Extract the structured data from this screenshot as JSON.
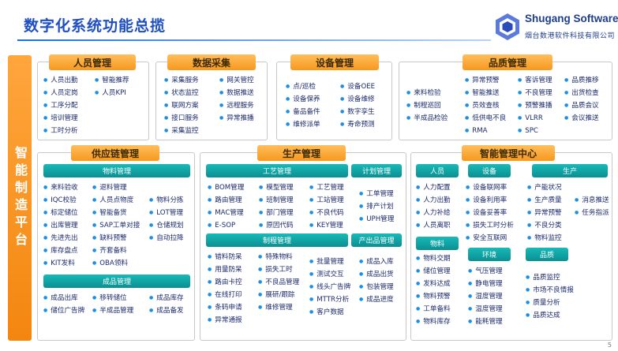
{
  "title": "数字化系统功能总揽",
  "logo": {
    "name": "Shugang Software",
    "subtitle": "烟台数港软件科技有限公司"
  },
  "side_banner": "智能制造平台",
  "page_number": "5",
  "top_sections": [
    {
      "title": "人员管理",
      "columns": [
        [
          "人员出勤",
          "人员定岗",
          "工序分配",
          "培训管理",
          "工时分析"
        ],
        [
          "智能推荐",
          "人员KPI"
        ]
      ]
    },
    {
      "title": "数据采集",
      "columns": [
        [
          "采集服务",
          "状态监控",
          "联网方案",
          "接口服务",
          "采集监控"
        ],
        [
          "网关管控",
          "数据推送",
          "远程服务",
          "异常推播"
        ]
      ]
    },
    {
      "title": "设备管理",
      "columns": [
        [
          "点/巡检",
          "设备保养",
          "备品备件",
          "维修派单"
        ],
        [
          "设备OEE",
          "设备维修",
          "数字孪生",
          "寿命预测"
        ]
      ]
    },
    {
      "title": "品质管理",
      "columns": [
        [
          "来料检验",
          "制程巡回",
          "半成品检验"
        ],
        [
          "异常预警",
          "智能推送",
          "员效查核",
          "低供电不良",
          "RMA"
        ],
        [
          "客诉管理",
          "不良管理",
          "预警推播",
          "VLRR",
          "SPC"
        ],
        [
          "品质推移",
          "出货检查",
          "品质会议",
          "会议推送"
        ]
      ]
    }
  ],
  "supply_chain": {
    "title": "供应链管理",
    "material": {
      "title": "物料管理",
      "columns": [
        [
          "来料验收",
          "IQC校验",
          "标定储位",
          "出库管理",
          "先进先出",
          "库存盘点",
          "KIT发料"
        ],
        [
          "退料管理",
          "人员点物度",
          "智能备货",
          "SAP工单对接",
          "缺料预警",
          "齐套备料",
          "OBA领料"
        ],
        [
          "物料分拣",
          "LOT管理",
          "仓储规划",
          "自动拉降"
        ]
      ]
    },
    "finished": {
      "title": "成品管理",
      "columns": [
        [
          "成品出库",
          "储位广告牌"
        ],
        [
          "移转储位",
          "半成品管理"
        ],
        [
          "成品库存",
          "成品备发"
        ]
      ]
    }
  },
  "production": {
    "title": "生产管理",
    "process": {
      "title": "工艺管理",
      "columns": [
        [
          "BOM管理",
          "路由管理",
          "MAC管理",
          "E-SOP"
        ],
        [
          "模型管理",
          "班制管理",
          "部门管理",
          "原因代码"
        ],
        [
          "工艺管理",
          "工站管理",
          "不良代码",
          "KEY管理"
        ]
      ]
    },
    "plan": {
      "title": "计划管理",
      "items": [
        "工单管理",
        "排产计划",
        "UPH管理"
      ]
    },
    "manufacture": {
      "title": "制程管理",
      "columns": [
        [
          "错料防呆",
          "用量防呆",
          "路由卡控",
          "在线打印",
          "条码申请",
          "异常通报"
        ],
        [
          "特殊物料",
          "损失工时",
          "不良品管理",
          "展研/跟踪",
          "维修管理"
        ],
        [
          "批量管理",
          "测试交互",
          "线头广告牌",
          "MTTR分析",
          "客户数据"
        ]
      ]
    },
    "output": {
      "title": "产出品管理",
      "items": [
        "成品入库",
        "成品出货",
        "包装管理",
        "成品进度"
      ]
    }
  },
  "control_center": {
    "title": "智能管理中心",
    "people": {
      "title": "人员",
      "items": [
        "人力配置",
        "人力出勤",
        "人力补给",
        "人员离职"
      ]
    },
    "equipment": {
      "title": "设备",
      "items": [
        "设备联网率",
        "设备利用率",
        "设备妥善率",
        "损失工时分析",
        "安全互联网"
      ]
    },
    "production": {
      "title": "生产",
      "columns": [
        [
          "产能状况",
          "生产质量",
          "异常预警",
          "不良分类",
          "物料监控"
        ],
        [
          "消息推送",
          "任务指派"
        ]
      ]
    },
    "material": {
      "title": "物料",
      "items": [
        "物料交期",
        "储位管理",
        "发料达成",
        "物料预警",
        "工单备料",
        "物料库存"
      ]
    },
    "environment": {
      "title": "环境",
      "items": [
        "气压管理",
        "静电管理",
        "湿度管理",
        "温度管理",
        "能耗管理"
      ]
    },
    "quality": {
      "title": "品质",
      "items": [
        "品质监控",
        "市场不良情报",
        "质量分析",
        "品质达成"
      ]
    }
  },
  "colors": {
    "title": "#1e4fc3",
    "tab": "#f7981e",
    "subbar": "#0f9fa0",
    "bullet": "#1b8fe6"
  }
}
